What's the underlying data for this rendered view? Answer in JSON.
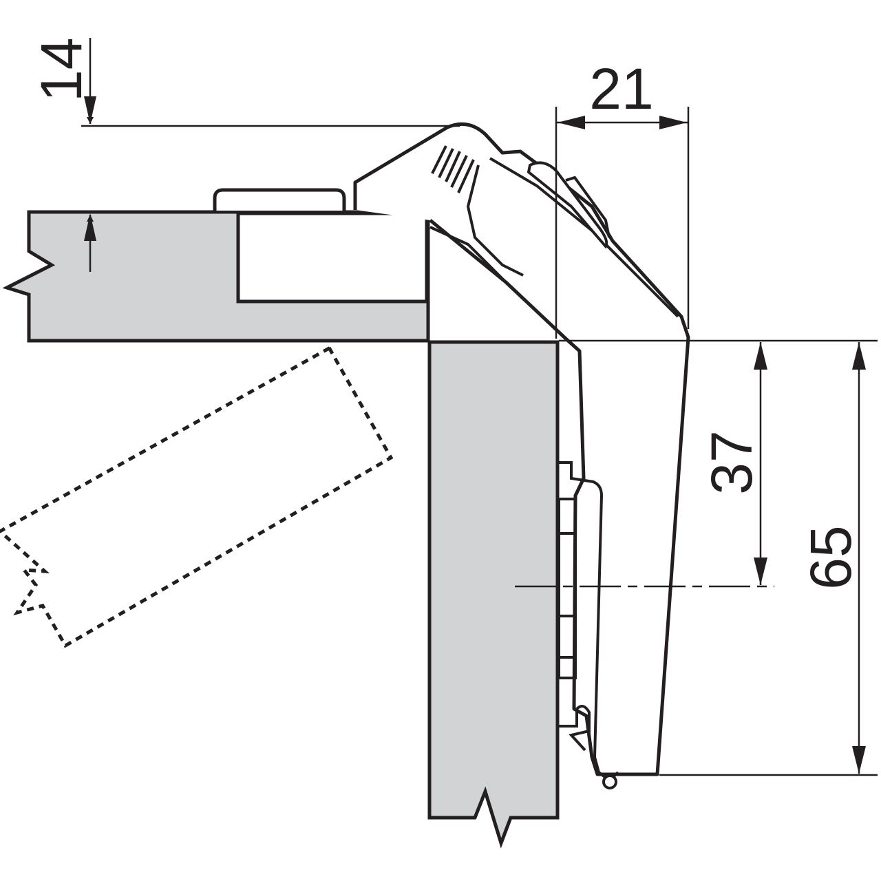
{
  "dimensions": {
    "top_overlay": "14",
    "hinge_depth": "21",
    "cup_center": "37",
    "hinge_length": "65"
  },
  "colors": {
    "panel_fill": "#d1d3d4",
    "line": "#231f20",
    "background": "#ffffff"
  }
}
